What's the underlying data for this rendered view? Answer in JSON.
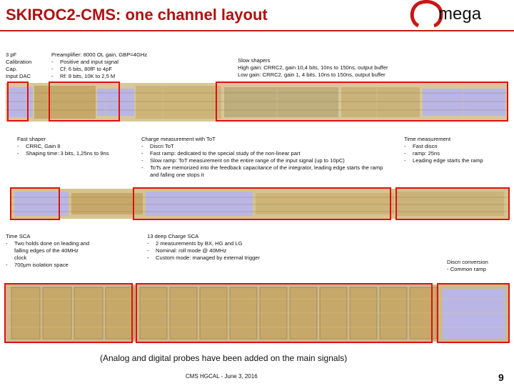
{
  "slide": {
    "title": "SKIROC2-CMS: one channel layout",
    "logo_text": "mega",
    "caption": "(Analog and digital probes have been added on the main signals)",
    "footer": "CMS HGCAL -  June 3, 2016",
    "page_number": "9"
  },
  "row1": {
    "cal": [
      "3 pF",
      "Calibration",
      "Cap.",
      "Input DAC"
    ],
    "preamp_title": "Preamplifier: 8000 OL gain, GBP=4GHz",
    "preamp_items": [
      "Positive and input signal",
      "Cf: 6 bits, 80fF to 4pF",
      "Rf: 8 bits, 10K to 2,5 M"
    ],
    "slow_title": "Slow shapers",
    "slow_lines": [
      "High gain: CRRC2, gain 10,4 bits, 10ns to 150ns, output buffer",
      "Low gain: CRRC2, gain 1, 4 bits, 10ns to 150ns, output buffer"
    ]
  },
  "row2": {
    "fast_title": "Fast shaper",
    "fast_items": [
      "CRRC, Gain 8",
      "Shaping time: 3 bits, 1,25ns to 9ns"
    ],
    "tot_title": "Charge measurement with ToT",
    "tot_items": [
      "Discri ToT",
      "Fast ramp: dedicated to the special study of the non-linear part",
      "Slow ramp: ToT measurement on the entire range of the input signal (up to 10pC)",
      "ToTs are memorized into the feedback capacitance of the integrator, leading edge starts the ramp and falling one stops it"
    ],
    "time_title": "Time measurement",
    "time_items": [
      "Fast discri",
      "ramp: 25ns",
      "Leading edge starts the ramp"
    ]
  },
  "row3": {
    "tsca_title": "Time SCA",
    "tsca_items": [
      "Two holds done on leading and falling edges of the 40MHz clock",
      "700µm isolation space"
    ],
    "csca_title": "13 deep Charge SCA",
    "csca_items": [
      "2 measurements by BX, HG and LG",
      "Nominal: roll mode @ 40MHz",
      "Custom mode:  managed by external trigger"
    ],
    "conv_lines": [
      "Discri conversion",
      "- Common ramp"
    ]
  },
  "colors": {
    "accent": "#c81818",
    "box": "#e01010",
    "chip_bg": "#c9b37a",
    "chip_lavender": "#b9b6e6"
  }
}
